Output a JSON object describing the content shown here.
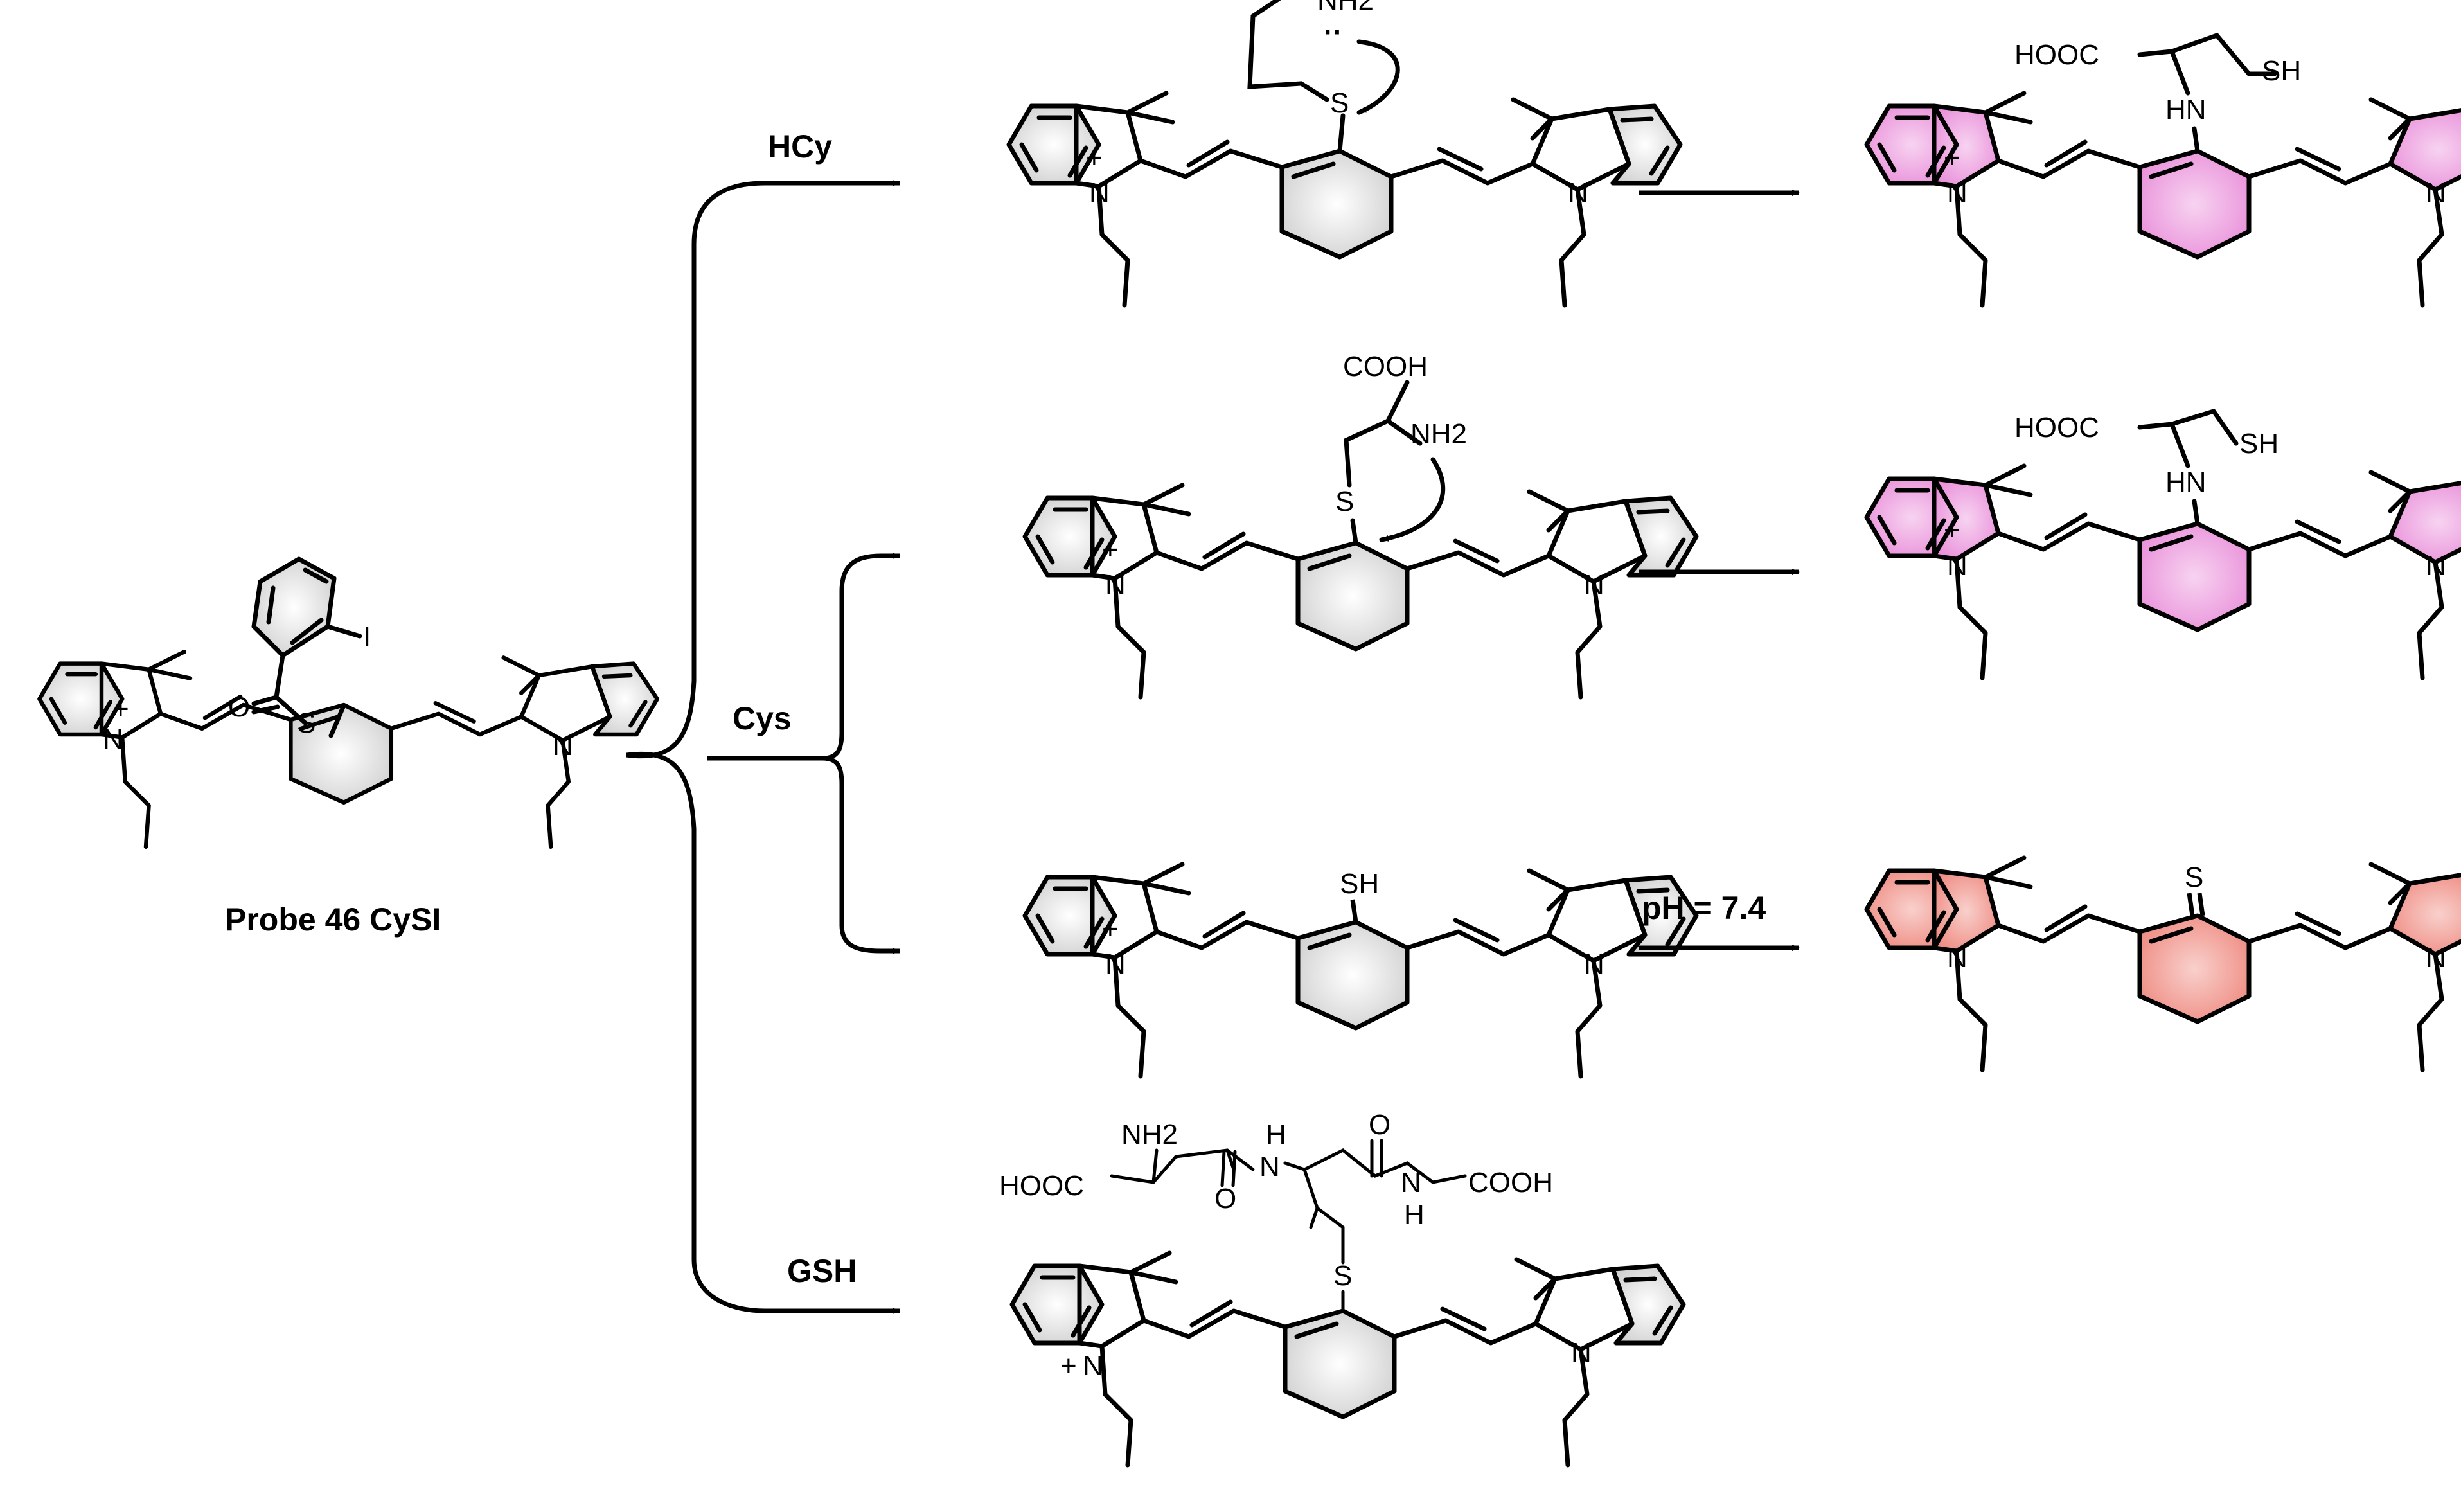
{
  "probe_label": "Probe 46 CySI",
  "arrows": {
    "hcy": "HCy",
    "cys": "Cys",
    "gsh": "GSH",
    "ph": "pH = 7.4"
  },
  "atoms": {
    "iodine": "I",
    "sulfur": "S",
    "oxygen": "O",
    "nitrogen": "N",
    "plus": "+",
    "cooh": "COOH",
    "hooc": "HOOC",
    "nh2": "NH2",
    "nh": "HN",
    "sh": "SH",
    "lone_pair": "··",
    "gsh_nh2": "NH2",
    "gsh_hooc": "HOOC",
    "gsh_cooh": "COOH",
    "gsh_h": "H",
    "gsh_n": "N"
  },
  "colors": {
    "ink": "#000000",
    "shade_gray": "#d9d9d9",
    "shade_pink": "#ef9ee0",
    "shade_salmon": "#f2958c"
  }
}
